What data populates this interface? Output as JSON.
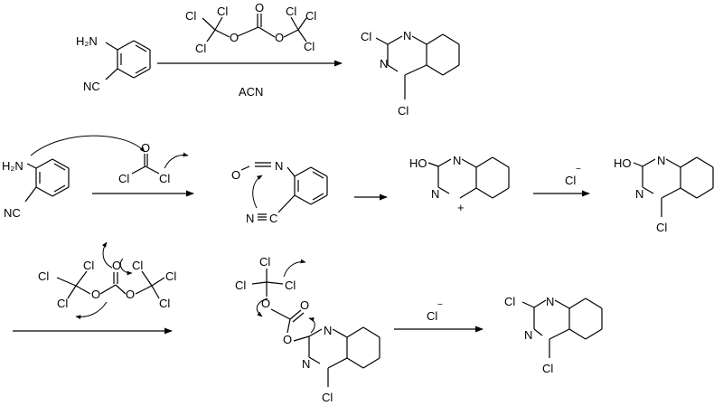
{
  "reagents": {
    "triphosgene_top": [
      "Cl",
      "Cl",
      "Cl",
      "O",
      "O",
      "O",
      "Cl",
      "Cl",
      "Cl"
    ],
    "solvent": "ACN",
    "chloride": "Cl",
    "minus": "−"
  },
  "labels": {
    "amine": "H₂N",
    "nitrile": "NC",
    "n": "N",
    "o": "O",
    "cl": "Cl",
    "ho": "HO",
    "c": "C",
    "plus": "+"
  }
}
